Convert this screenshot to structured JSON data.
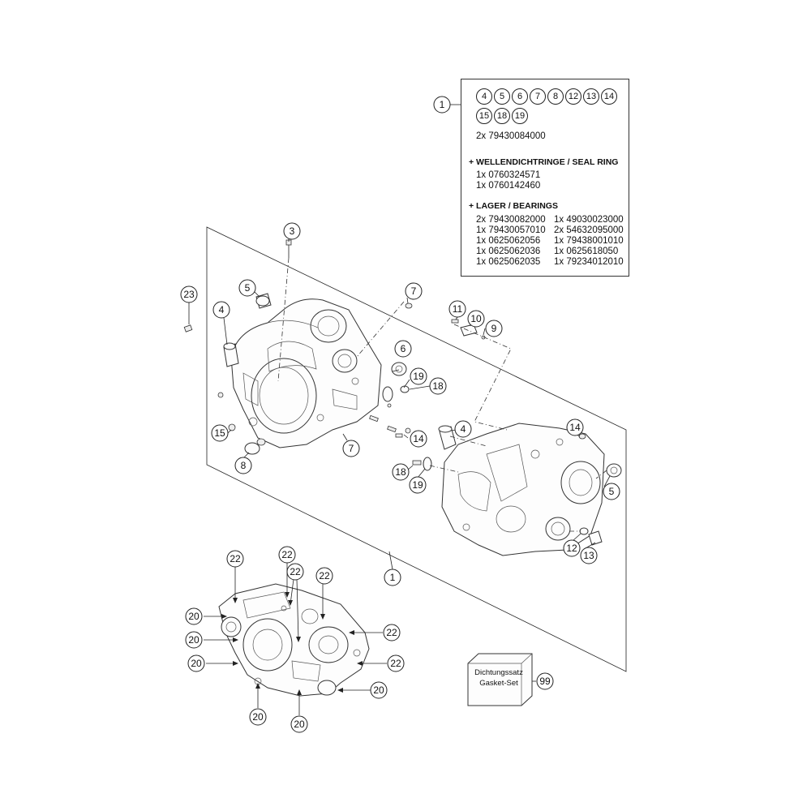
{
  "legend": {
    "included_items_row1": [
      "4",
      "5",
      "6",
      "7",
      "8",
      "12",
      "13",
      "14"
    ],
    "included_items_row2": [
      "15",
      "18",
      "19"
    ],
    "bolts_line": "2x 79430084000",
    "seal_heading": "+ WELLENDICHTRINGE /  SEAL RING",
    "seal_parts": [
      "1x 0760324571",
      "1x 0760142460"
    ],
    "bearing_heading": "+ LAGER / BEARINGS",
    "bearings_col1": [
      "2x 79430082000",
      "1x 79430057010",
      "1x 0625062056",
      "1x 0625062036",
      "1x 0625062035"
    ],
    "bearings_col2": [
      "1x 49030023000",
      "2x 54632095000",
      "1x 79438001010",
      "1x 0625618050",
      "1x 79234012010"
    ]
  },
  "gasket_set": {
    "label_de": "Dichtungssatz",
    "label_en": "Gasket-Set"
  },
  "callouts": {
    "c1_legend": "1",
    "c3": "3",
    "c23": "23",
    "c5_left": "5",
    "c4_left": "4",
    "c7_top": "7",
    "c11": "11",
    "c10": "10",
    "c9": "9",
    "c6": "6",
    "c19_top": "19",
    "c18_top": "18",
    "c15": "15",
    "c8": "8",
    "c7_bottom": "7",
    "c14_mid": "14",
    "c4_right": "4",
    "c14_right": "14",
    "c18_right": "18",
    "c19_right": "19",
    "c5_right": "5",
    "c12": "12",
    "c13": "13",
    "c1_bottom": "1",
    "c22_a": "22",
    "c22_b": "22",
    "c22_c": "22",
    "c22_d": "22",
    "c22_e": "22",
    "c22_f": "22",
    "c20_a": "20",
    "c20_b": "20",
    "c20_c": "20",
    "c20_d": "20",
    "c20_e": "20",
    "c20_f": "20",
    "c99": "99"
  }
}
